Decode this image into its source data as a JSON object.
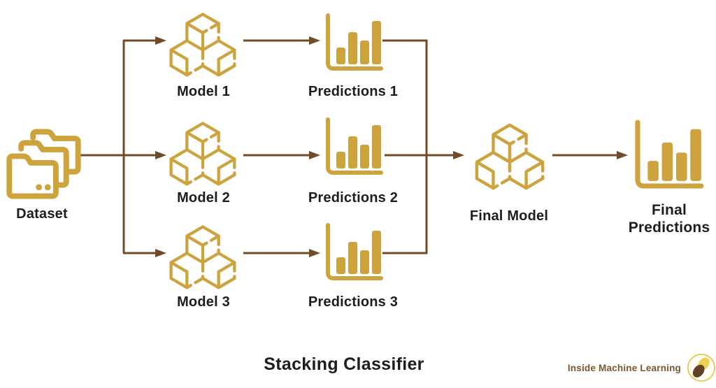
{
  "diagram": {
    "title": "Stacking Classifier",
    "dataset": {
      "label": "Dataset",
      "icon": "folder-stack-icon"
    },
    "models": [
      {
        "label": "Model 1",
        "icon": "cubes-icon"
      },
      {
        "label": "Model 2",
        "icon": "cubes-icon"
      },
      {
        "label": "Model 3",
        "icon": "cubes-icon"
      }
    ],
    "predictions": [
      {
        "label": "Predictions 1",
        "icon": "bar-chart-icon"
      },
      {
        "label": "Predictions 2",
        "icon": "bar-chart-icon"
      },
      {
        "label": "Predictions 3",
        "icon": "bar-chart-icon"
      }
    ],
    "final_model": {
      "label": "Final Model",
      "icon": "cubes-icon"
    },
    "final_predictions": {
      "label": "Final Predictions",
      "icon": "bar-chart-icon"
    }
  },
  "branding": {
    "name": "Inside Machine Learning",
    "logo": "beans-logo-icon"
  },
  "colors": {
    "gold": "#CDA33D",
    "arrow_brown": "#6F4B28",
    "text": "#1D1D1B",
    "brand_text": "#7A5633",
    "background": "#FFFFFF"
  }
}
